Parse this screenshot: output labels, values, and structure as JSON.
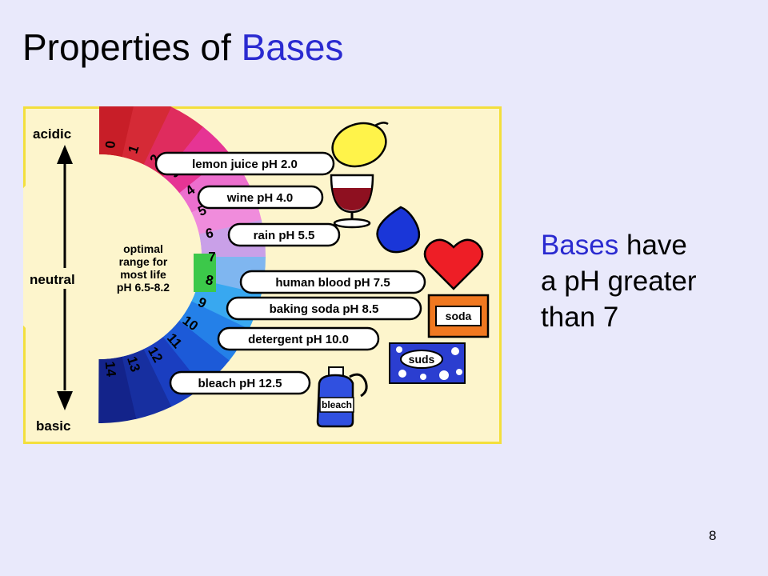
{
  "slide": {
    "title_prefix": "Properties of ",
    "title_highlight": "Bases",
    "body_highlight": "Bases",
    "body_line1_rest": " have",
    "body_line2": "a pH greater",
    "body_line3": "than 7",
    "page_number": "8"
  },
  "colors": {
    "background": "#e9e9fb",
    "highlight": "#2a2ad0",
    "figure_bg": "#fdf5cc",
    "figure_border": "#f3df3c"
  },
  "scale": {
    "top_label": "acidic",
    "middle_label": "neutral",
    "bottom_label": "basic",
    "optimal_lines": [
      "optimal",
      "range for",
      "most life",
      "pH 6.5-8.2"
    ],
    "numbers": [
      "0",
      "1",
      "2",
      "3",
      "4",
      "5",
      "6",
      "7",
      "8",
      "9",
      "10",
      "11",
      "12",
      "13",
      "14"
    ],
    "band_colors": [
      "#c81e28",
      "#d52a36",
      "#df2c5e",
      "#e63494",
      "#ec6fce",
      "#f08cdc",
      "#c9a0e8",
      "#7fb6f0",
      "#38a8f0",
      "#2480e8",
      "#1c5ad8",
      "#1a3ec0",
      "#172fa0",
      "#13238a"
    ]
  },
  "substances": [
    {
      "label": "lemon juice pH 2.0",
      "icon": "lemon-icon"
    },
    {
      "label": "wine pH 4.0",
      "icon": "wine-glass-icon"
    },
    {
      "label": "rain pH 5.5",
      "icon": "raindrop-icon"
    },
    {
      "label": "human blood pH 7.5",
      "icon": "heart-icon"
    },
    {
      "label": "baking soda pH 8.5",
      "icon": "soda-box-icon",
      "icon_text": "soda"
    },
    {
      "label": "detergent pH 10.0",
      "icon": "suds-icon",
      "icon_text": "suds"
    },
    {
      "label": "bleach pH 12.5",
      "icon": "bleach-jug-icon",
      "icon_text": "bleach"
    }
  ]
}
